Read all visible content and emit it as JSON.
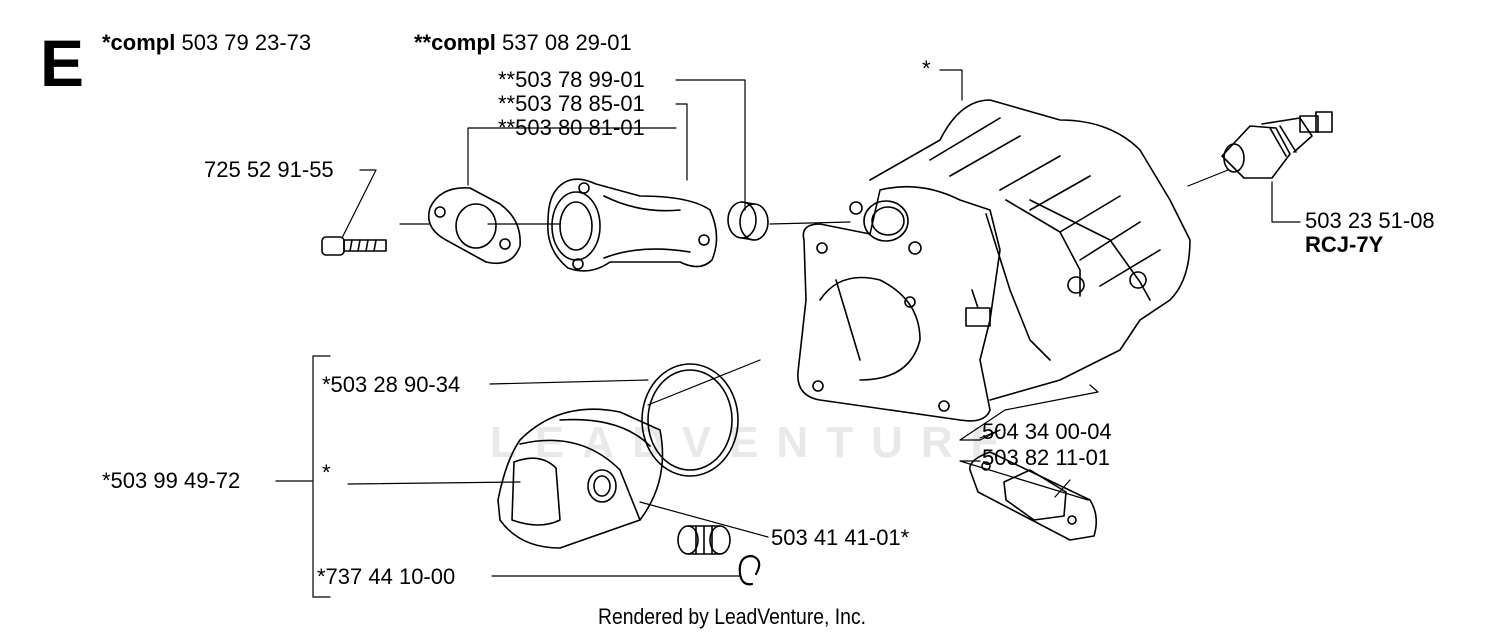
{
  "section": "E",
  "kits": [
    {
      "prefix": "*compl",
      "number": "503 79 23-73"
    },
    {
      "prefix": "**compl",
      "number": "537 08 29-01"
    }
  ],
  "parts": {
    "gasket_a": "**503 78 99-01",
    "gasket_b": "**503 78 85-01",
    "intake": "**503 80 81-01",
    "screw": "725 52 91-55",
    "cylinder": "*",
    "spark_plug": "503 23 51-08",
    "spark_plug_type": "RCJ-7Y",
    "piston_ring": "*503 28 90-34",
    "piston_kit": "*503 99 49-72",
    "piston": "*",
    "decomp_valve": "504 34 00-04",
    "exhaust_gasket": "503 82 11-01",
    "needle_bearing": "503 41 41-01*",
    "circlip": "*737 44 10-00"
  },
  "watermark": "LEADVENTURE",
  "footer": "Rendered by LeadVenture, Inc."
}
